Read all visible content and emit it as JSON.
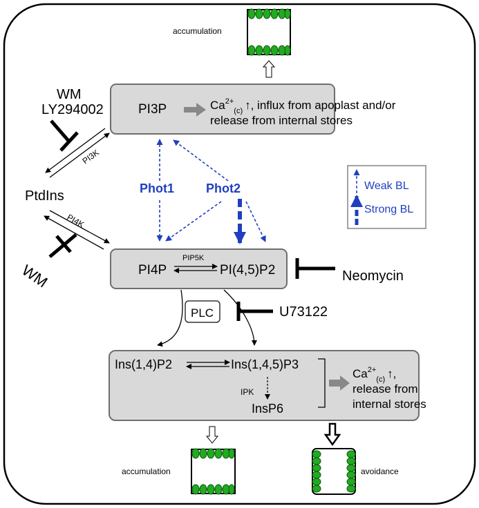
{
  "labels": {
    "accumulation_top": "accumulation",
    "accumulation_bottom": "accumulation",
    "avoidance": "avoidance",
    "pi3p": "PI3P",
    "ca_c": "Ca",
    "ca_sup": "2+",
    "ca_sub": "(c)",
    "influx_line1": "↑, influx from apoplast and/or",
    "influx_line2": "release from internal stores",
    "wm_top": "WM",
    "ly": "LY294002",
    "pi3k": "PI3K",
    "ptdins": "PtdIns",
    "pi4k": "PI4K",
    "wm_bottom": "WM",
    "phot1": "Phot1",
    "phot2": "Phot2",
    "weak_bl": "Weak BL",
    "strong_bl": "Strong BL",
    "pi4p": "PI4P",
    "pip5k": "PIP5K",
    "pi45p2": "PI(4,5)P2",
    "neomycin": "Neomycin",
    "plc": "PLC",
    "u73122": "U73122",
    "ins14p2": "Ins(1,4)P2",
    "ins145p3": "Ins(1,4,5)P3",
    "ipk": "IPK",
    "insp6": "InsP6",
    "ca2_line1": "↑,",
    "ca2_line2": "release from",
    "ca2_line3": "internal stores"
  },
  "colors": {
    "blue": "#1f3fbf",
    "box_fill": "#d9d9d9",
    "box_stroke": "#6e6e6e",
    "chloroplast": "#22aa22",
    "gray_arrow": "#888888"
  }
}
